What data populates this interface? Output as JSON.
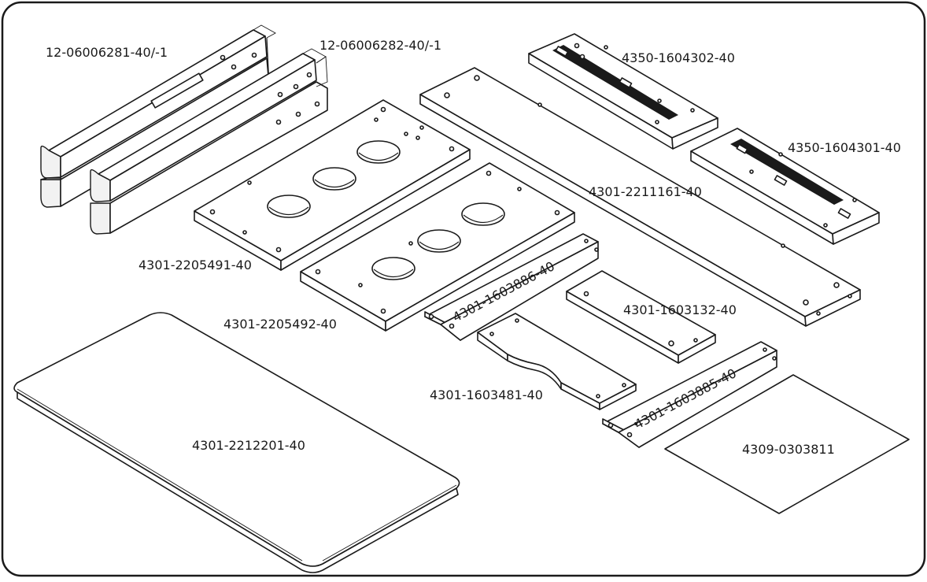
{
  "parts": [
    {
      "id": "legs-a",
      "label": "12-06006281-40/-1"
    },
    {
      "id": "legs-b",
      "label": "12-06006282-40/-1"
    },
    {
      "id": "rail-top",
      "label": "4350-1604302-40"
    },
    {
      "id": "rail-right",
      "label": "4350-1604301-40"
    },
    {
      "id": "long-beam",
      "label": "4301-2211161-40"
    },
    {
      "id": "base-plate-1",
      "label": "4301-2205491-40"
    },
    {
      "id": "base-plate-2",
      "label": "4301-2205492-40"
    },
    {
      "id": "bracket-886",
      "label": "4301-1603886-40"
    },
    {
      "id": "bracket-132",
      "label": "4301-1603132-40"
    },
    {
      "id": "curved-panel",
      "label": "4301-1603481-40"
    },
    {
      "id": "bracket-885",
      "label": "4301-1603885-40"
    },
    {
      "id": "desktop",
      "label": "4301-2212201-40"
    },
    {
      "id": "sheet",
      "label": "4309-0303811"
    }
  ]
}
